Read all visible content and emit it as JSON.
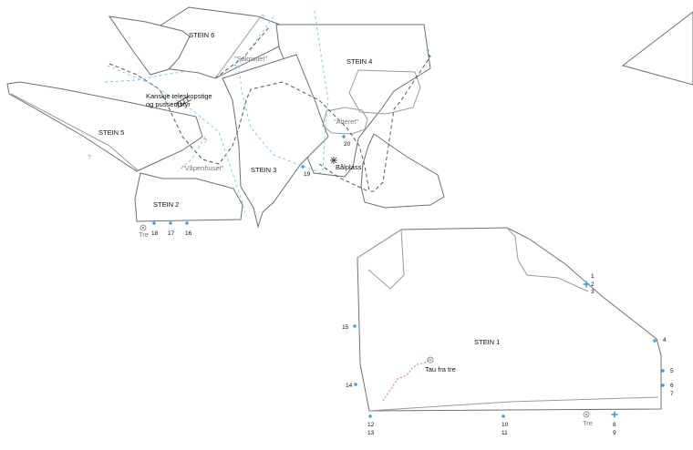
{
  "colors": {
    "stone_outline": "#6f6f6f",
    "dashed_wall": "#555555",
    "blue_route": "#8cc4ee",
    "point_marker": "#3d9be0",
    "pink_route": "#e66ea0",
    "text": "#111111",
    "gray_text": "#777777"
  },
  "stones": {
    "stein1": "STEIN 1",
    "stein2": "STEIN 2",
    "stein3": "STEIN 3",
    "stein4": "STEIN 4",
    "stein5": "STEIN 5",
    "stein6": "STEIN 6"
  },
  "areas": {
    "sakristiet": "\"Sakristiet\"",
    "alteret": "\"Alteret\"",
    "vapenhuset": "\"Våpenhuset\""
  },
  "notes": {
    "teleskopstige_line1": "Kanskje teleskopstige",
    "teleskopstige_line2": "og pusseutstyr",
    "balplass": "Bålplass",
    "tau_fra_tre": "Tau fra tre",
    "tre": "Tre",
    "question": "?"
  },
  "points": {
    "p1": "1",
    "p2": "2",
    "p3": "3",
    "p4": "4",
    "p5": "5",
    "p6": "6",
    "p7": "7",
    "p8": "8",
    "p9": "9",
    "p10": "10",
    "p11": "11",
    "p12": "12",
    "p13": "13",
    "p14": "14",
    "p15": "15",
    "p16": "16",
    "p17": "17",
    "p18": "18",
    "p19": "19",
    "p20": "20"
  },
  "icons": {
    "anchor_cross": "blue-cross-icon",
    "tree": "tree-icon",
    "fire": "fire-pit-icon",
    "rope_tree": "rope-anchor-icon"
  }
}
